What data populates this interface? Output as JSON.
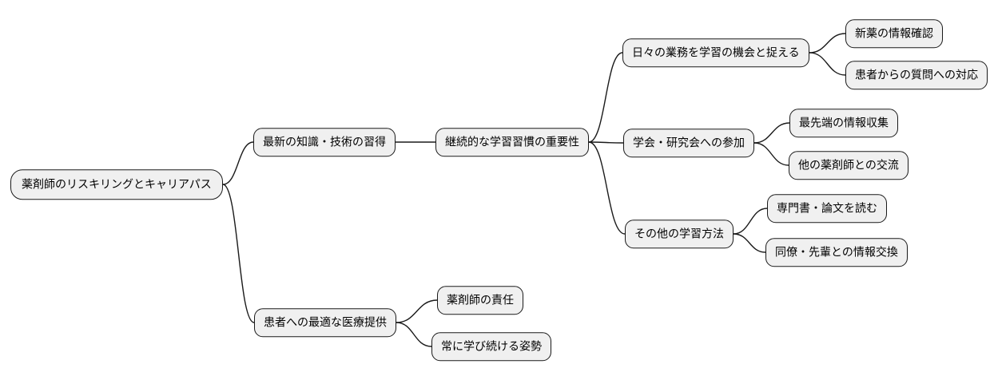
{
  "mindmap": {
    "root": {
      "label": "薬剤師のリスキリングとキャリアパス"
    },
    "branches": [
      {
        "label": "最新の知識・技術の習得",
        "children": [
          {
            "label": "継続的な学習習慣の重要性",
            "children": [
              {
                "label": "日々の業務を学習の機会と捉える",
                "children": [
                  {
                    "label": "新薬の情報確認"
                  },
                  {
                    "label": "患者からの質問への対応"
                  }
                ]
              },
              {
                "label": "学会・研究会への参加",
                "children": [
                  {
                    "label": "最先端の情報収集"
                  },
                  {
                    "label": "他の薬剤師との交流"
                  }
                ]
              },
              {
                "label": "その他の学習方法",
                "children": [
                  {
                    "label": "専門書・論文を読む"
                  },
                  {
                    "label": "同僚・先輩との情報交換"
                  }
                ]
              }
            ]
          }
        ]
      },
      {
        "label": "患者への最適な医療提供",
        "children": [
          {
            "label": "薬剤師の責任"
          },
          {
            "label": "常に学び続ける姿勢"
          }
        ]
      }
    ],
    "style": {
      "node_fill": "#f0f0f0",
      "node_border": "#1a1a1a",
      "edge_color": "#1a1a1a",
      "background": "#ffffff"
    }
  }
}
